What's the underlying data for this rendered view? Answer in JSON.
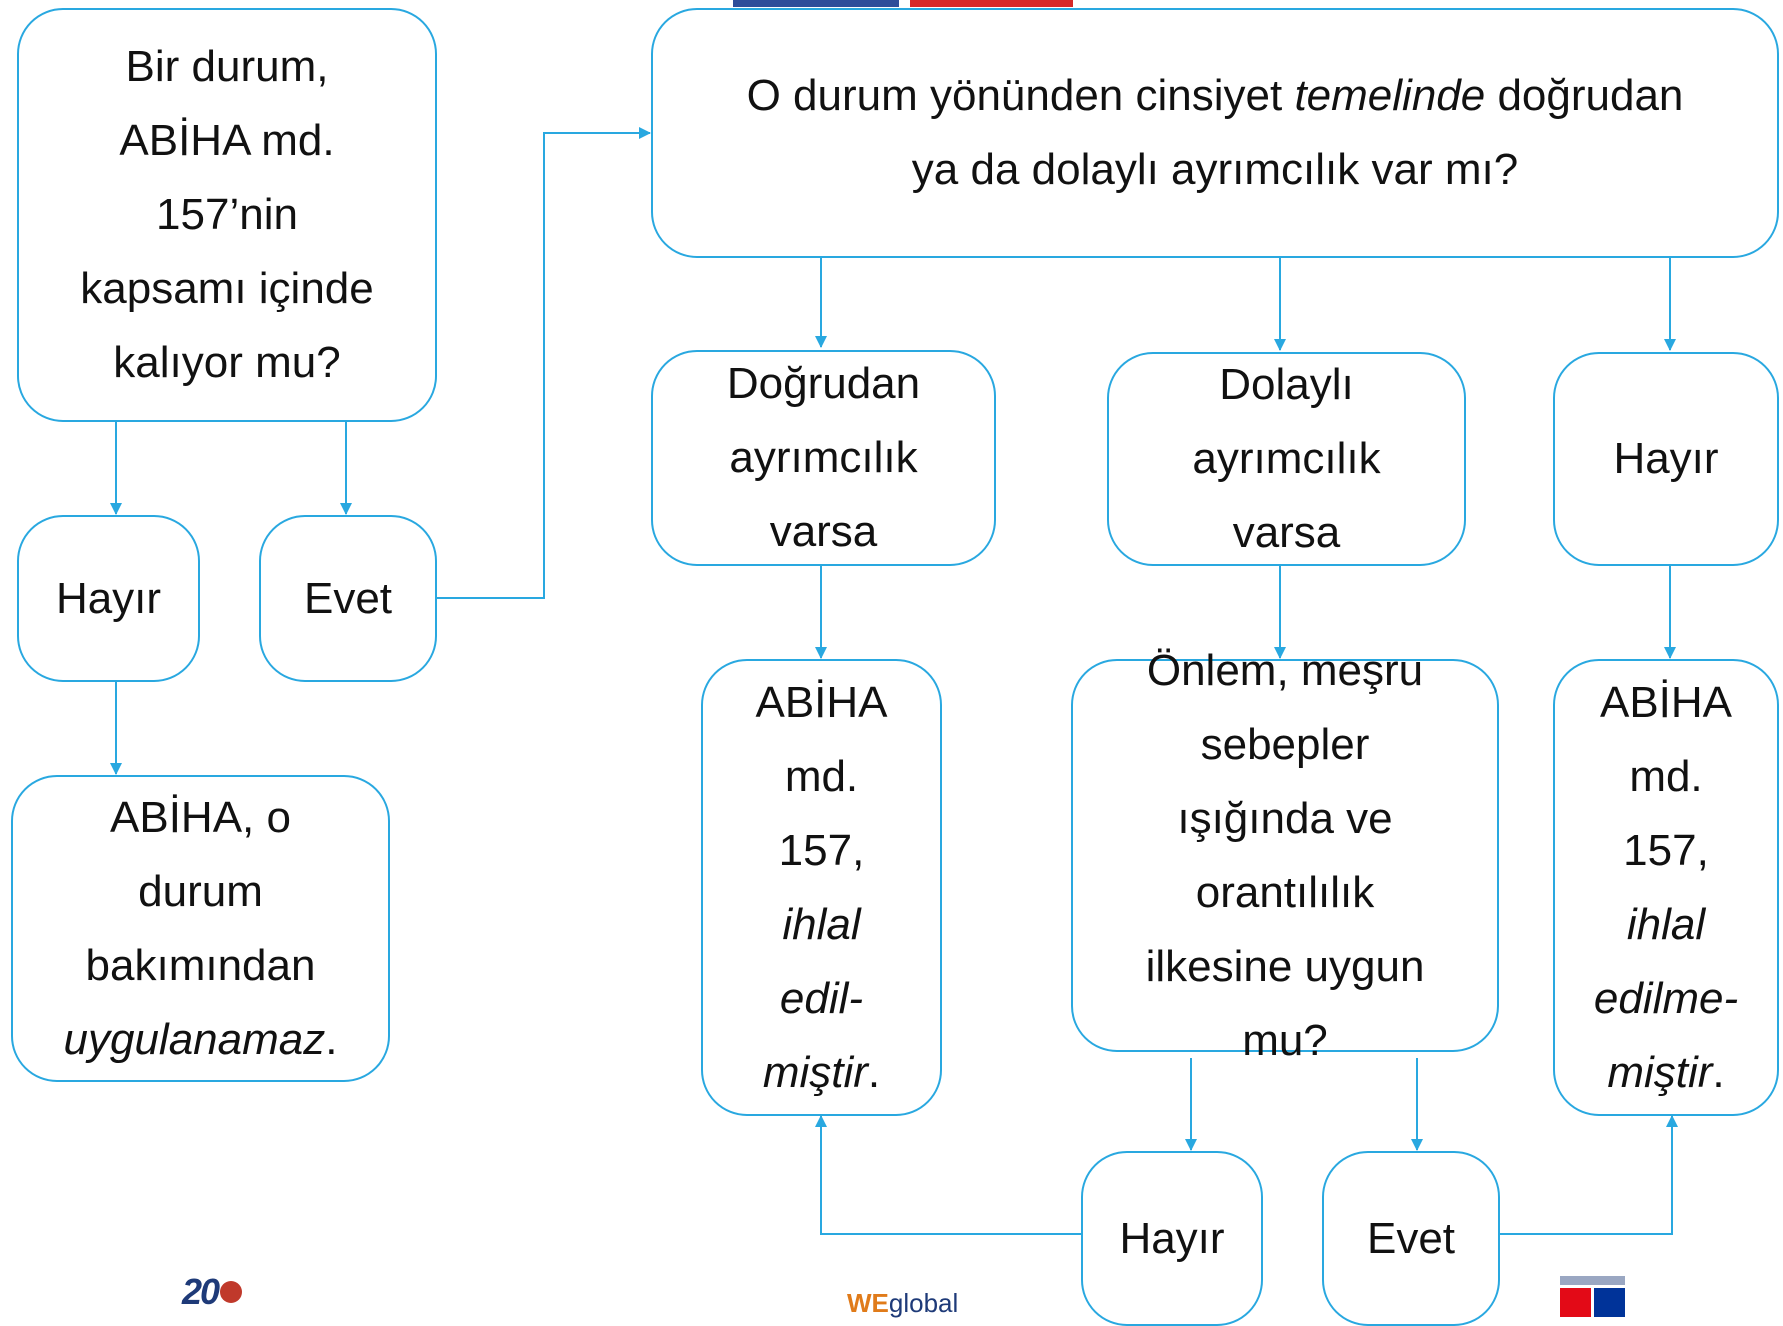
{
  "colors": {
    "stroke": "#29a8e0",
    "text": "#111111",
    "bar_blue": "#2e4d9a",
    "bar_red": "#d62828"
  },
  "nodes": {
    "scope_question": {
      "lines": [
        "Bir durum,",
        "ABİHA md.",
        "157’nin",
        "kapsamı içinde",
        "kalıyor mu?"
      ]
    },
    "scope_no": {
      "text": "Hayır"
    },
    "scope_yes": {
      "text": "Evet"
    },
    "not_applicable": {
      "line1": "ABİHA, o",
      "line2": "durum",
      "line3": "bakımından",
      "line4_italic": "uygulanamaz",
      "line4_tail": "."
    },
    "discrimination_question": {
      "line1_pre": "O durum yönünden cinsiyet ",
      "line1_italic": "temelinde",
      "line1_post": " doğrudan",
      "line2": "ya da dolaylı ayrımcılık var mı?"
    },
    "direct_discrimination": {
      "lines": [
        "Doğrudan",
        "ayrımcılık",
        "varsa"
      ]
    },
    "indirect_discrimination": {
      "lines": [
        "Dolaylı",
        "ayrımcılık",
        "varsa"
      ]
    },
    "no_discrimination": {
      "text": "Hayır"
    },
    "violated": {
      "line1": "ABİHA",
      "line2": "md.",
      "line3": "157,",
      "line4_italic": "ihlal",
      "line5_italic": "edil-",
      "line6_italic": "miştir",
      "line6_tail": "."
    },
    "justification_question": {
      "lines": [
        "Önlem, meşru",
        "sebepler",
        "ışığında ve",
        "orantılılık",
        "ilkesine uygun",
        "mu?"
      ]
    },
    "not_violated": {
      "line1": "ABİHA",
      "line2": "md.",
      "line3": "157,",
      "line4_italic": "ihlal",
      "line5_italic": "edilme-",
      "line6_italic": "miştir",
      "line6_tail": "."
    },
    "justification_no": {
      "text": "Hayır"
    },
    "justification_yes": {
      "text": "Evet"
    }
  },
  "footer": {
    "logo_left": "20",
    "logo_center_we": "WE",
    "logo_center_rest": "global"
  }
}
